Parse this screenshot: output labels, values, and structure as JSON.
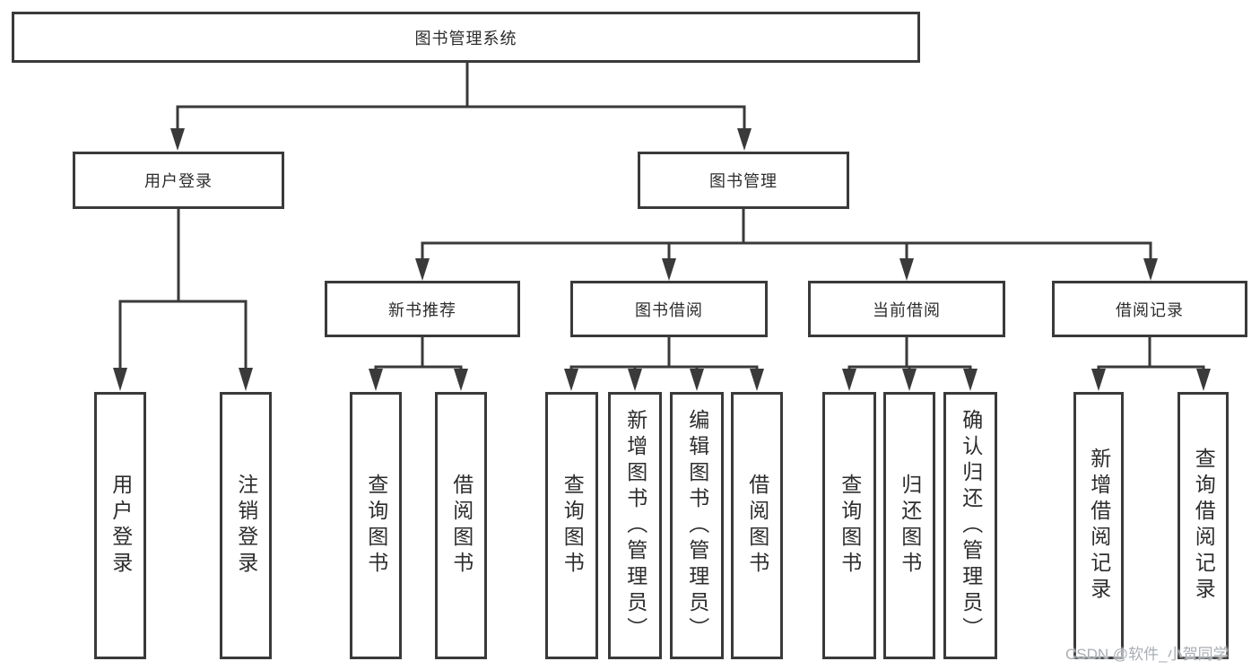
{
  "diagram_title": "图书管理系统",
  "nodes": {
    "root": "图书管理系统",
    "level2": [
      "用户登录",
      "图书管理"
    ],
    "level3": [
      "新书推荐",
      "图书借阅",
      "当前借阅",
      "借阅记录"
    ],
    "leaves_user_login": [
      "用户登录",
      "注销登录"
    ],
    "leaves_new_books": [
      "查询图书",
      "借阅图书"
    ],
    "leaves_borrow": [
      "查询图书",
      "新增图书（管理员）",
      "编辑图书（管理员）",
      "借阅图书"
    ],
    "leaves_current": [
      "查询图书",
      "归还图书",
      "确认归还（管理员）"
    ],
    "leaves_records": [
      "新增借阅记录",
      "查询借阅记录"
    ]
  },
  "watermark": "CSDN @软件_小贺同学",
  "colors": {
    "line": "#3a3a3a",
    "text": "#2d2d2d",
    "watermark": "#a9aeb4",
    "background": "#ffffff"
  }
}
